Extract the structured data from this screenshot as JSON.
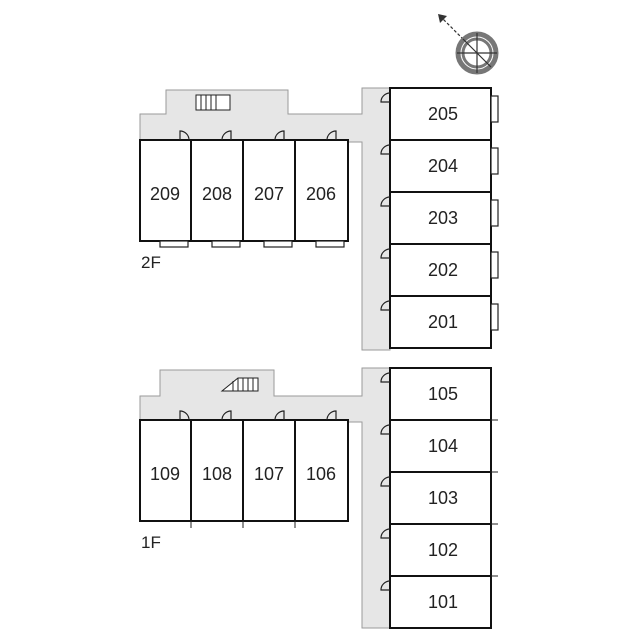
{
  "floors": [
    {
      "label": "2F",
      "row_units": [
        "209",
        "208",
        "207",
        "206"
      ],
      "column_units": [
        "205",
        "204",
        "203",
        "202",
        "201"
      ]
    },
    {
      "label": "1F",
      "row_units": [
        "109",
        "108",
        "107",
        "106"
      ],
      "column_units": [
        "105",
        "104",
        "103",
        "102",
        "101"
      ]
    }
  ],
  "compass": {
    "icon": "compass-north-icon"
  }
}
